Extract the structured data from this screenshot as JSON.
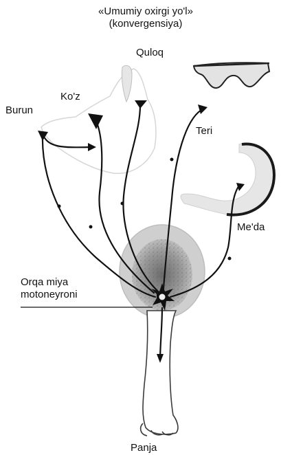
{
  "title": {
    "line1": "«Umumiy oxirgi yo'l»",
    "line2": "(konvergensiya)"
  },
  "labels": {
    "quloq": "Quloq",
    "koz": "Ko'z",
    "burun": "Burun",
    "teri": "Teri",
    "meda": "Me'da",
    "orqa_miya_1": "Orqa miya",
    "orqa_miya_2": "motoneyroni",
    "panja": "Panja"
  }
}
